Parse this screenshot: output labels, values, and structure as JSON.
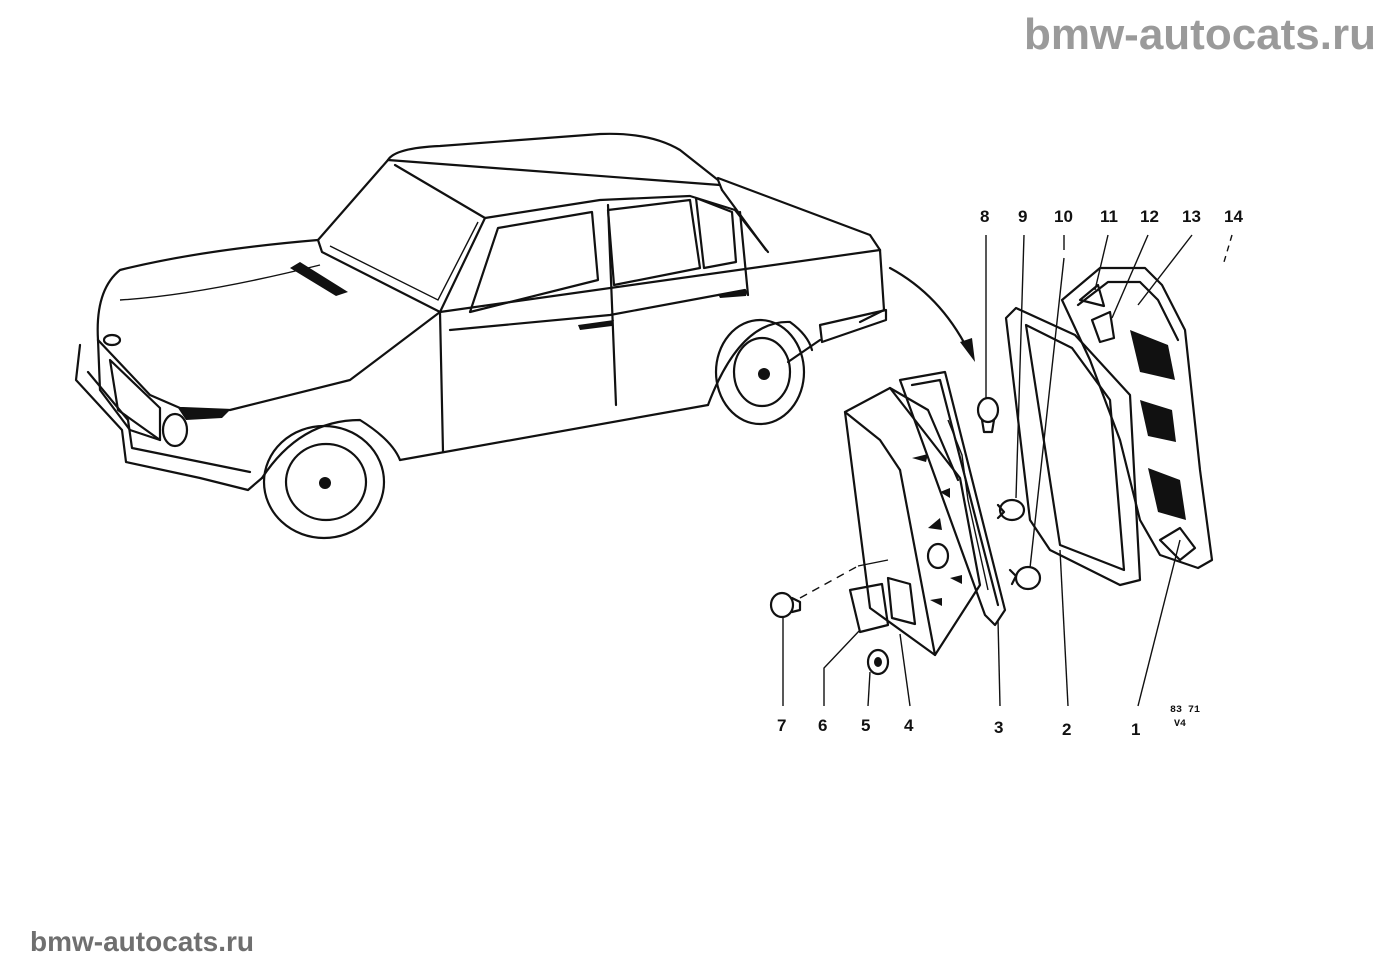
{
  "watermark": {
    "top": "bmw-autocats.ru",
    "bottom": "bmw-autocats.ru"
  },
  "diagram_code": {
    "line1": "83 71",
    "line2": "V4"
  },
  "callouts": {
    "n1": "1",
    "n2": "2",
    "n3": "3",
    "n4": "4",
    "n5": "5",
    "n6": "6",
    "n7": "7",
    "n8": "8",
    "n9": "9",
    "n10": "10",
    "n11": "11",
    "n12": "12",
    "n13": "13",
    "n14": "14"
  }
}
